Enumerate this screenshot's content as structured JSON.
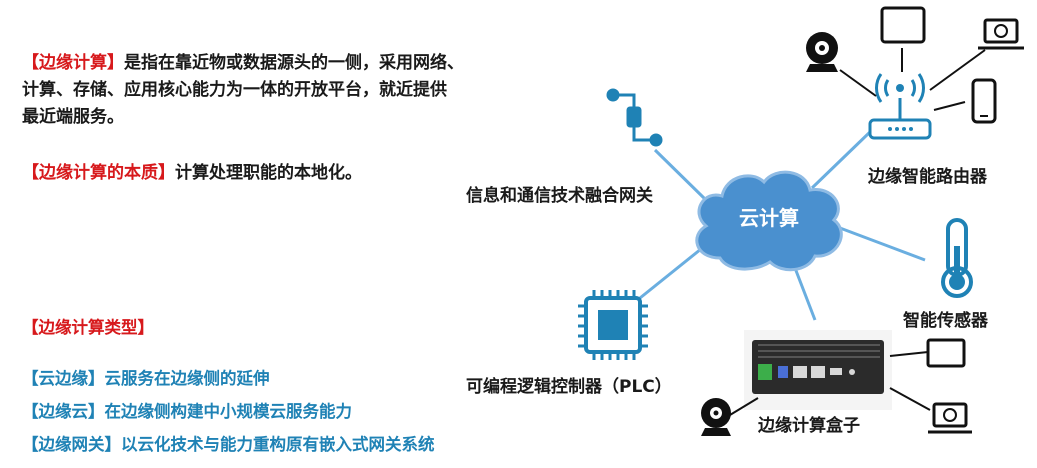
{
  "definition": {
    "term": "【边缘计算】",
    "text_line1": "是指在靠近物或数据源头的一侧，采用网络、",
    "text_line2": "计算、存储、应用核心能力为一体的开放平台，就近提供",
    "text_line3": "最近端服务。"
  },
  "essence": {
    "term": "【边缘计算的本质】",
    "text": "计算处理职能的本地化。"
  },
  "types": {
    "heading": "【边缘计算类型】",
    "items": [
      {
        "term": "【云边缘】",
        "text": "云服务在边缘侧的延伸"
      },
      {
        "term": "【边缘云】",
        "text": "在边缘侧构建中小规模云服务能力"
      },
      {
        "term": "【边缘网关】",
        "text": "以云化技术与能力重构原有嵌入式网关系统"
      }
    ]
  },
  "diagram": {
    "center": "云计算",
    "nodes": {
      "gateway": "信息和通信技术融合网关",
      "router": "边缘智能路由器",
      "sensor": "智能传感器",
      "plc": "可编程逻辑控制器（PLC）",
      "edge_box": "边缘计算盒子"
    },
    "colors": {
      "accent": "#1f82b5",
      "cloud_fill": "#4a90cf",
      "link": "#6aaee0",
      "term_red": "#d7191c"
    }
  }
}
